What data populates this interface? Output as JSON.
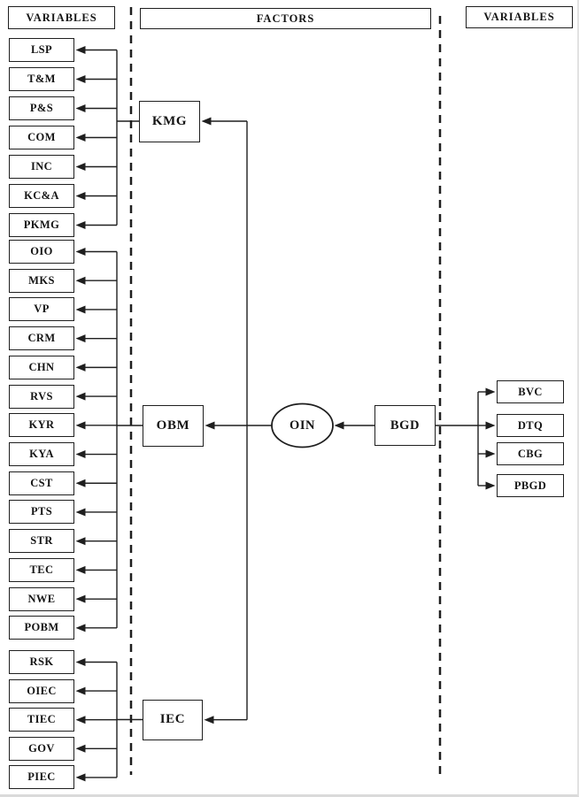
{
  "headers": {
    "left": "VARIABLES",
    "center": "FACTORS",
    "right": "VARIABLES"
  },
  "factors": [
    {
      "label": "KMG",
      "variables": [
        "LSP",
        "T&M",
        "P&S",
        "COM",
        "INC",
        "KC&A",
        "PKMG"
      ]
    },
    {
      "label": "OBM",
      "variables": [
        "OIO",
        "MKS",
        "VP",
        "CRM",
        "CHN",
        "RVS",
        "KYR",
        "KYA",
        "CST",
        "PTS",
        "STR",
        "TEC",
        "NWE",
        "POBM"
      ]
    },
    {
      "label": "IEC",
      "variables": [
        "RSK",
        "OIEC",
        "TIEC",
        "GOV",
        "PIEC"
      ]
    }
  ],
  "oin": {
    "label": "OIN"
  },
  "bgd": {
    "label": "BGD",
    "variables": [
      "BVC",
      "DTQ",
      "CBG",
      "PBGD"
    ]
  },
  "colors": {
    "line": "#1f1f1f",
    "background": "#ffffff",
    "text": "#141414"
  }
}
